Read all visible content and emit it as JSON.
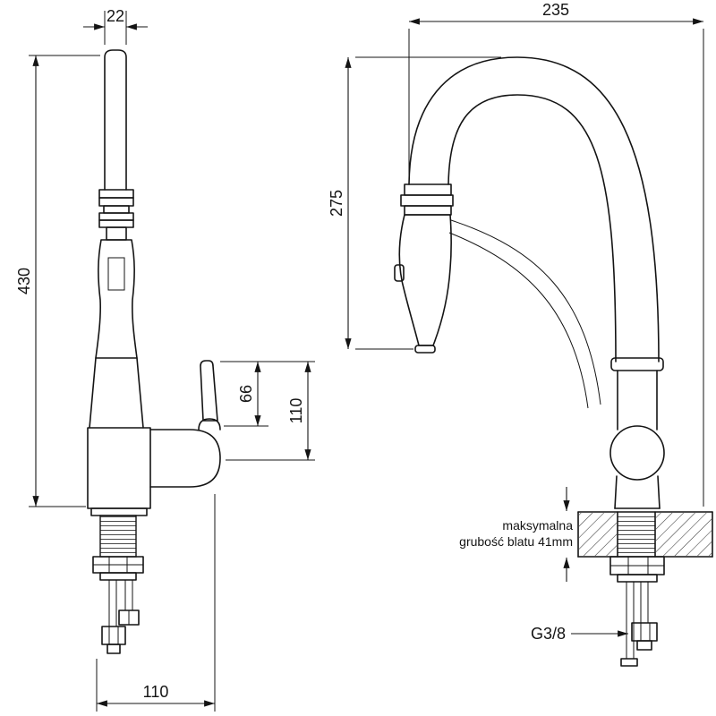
{
  "drawing": {
    "left": {
      "dim_spout_diameter": "22",
      "dim_total_height": "430",
      "dim_lever_height": "66",
      "dim_outlet_height": "110",
      "dim_footprint": "110"
    },
    "right": {
      "dim_reach": "235",
      "dim_clearance": "275",
      "counter_note_line1": "maksymalna",
      "counter_note_line2": "grubość blatu 41mm",
      "thread_label": "G3/8"
    }
  }
}
